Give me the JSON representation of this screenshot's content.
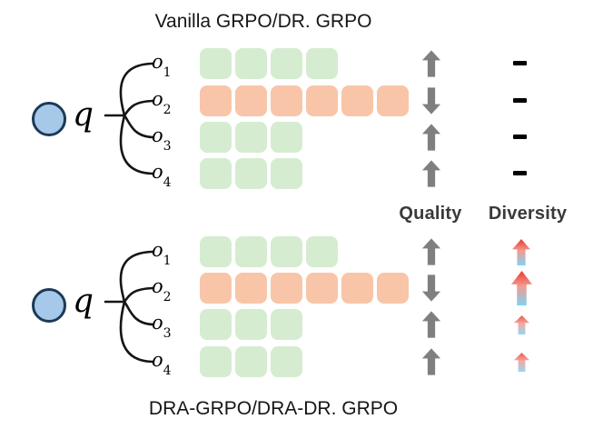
{
  "diagram": {
    "headers": {
      "quality": "Quality",
      "diversity": "Diversity"
    },
    "top": {
      "title": "Vanilla GRPO/DR. GRPO",
      "query": "q",
      "rows": [
        {
          "output_label": "o",
          "output_sub": "1",
          "num_blocks": 4,
          "block_color": "green",
          "quality": "up",
          "diversity": "minus"
        },
        {
          "output_label": "o",
          "output_sub": "2",
          "num_blocks": 6,
          "block_color": "orange",
          "quality": "down",
          "diversity": "minus"
        },
        {
          "output_label": "o",
          "output_sub": "3",
          "num_blocks": 3,
          "block_color": "green",
          "quality": "up",
          "diversity": "minus"
        },
        {
          "output_label": "o",
          "output_sub": "4",
          "num_blocks": 3,
          "block_color": "green",
          "quality": "up",
          "diversity": "minus"
        }
      ]
    },
    "bottom": {
      "title": "DRA-GRPO/DRA-DR. GRPO",
      "query": "q",
      "rows": [
        {
          "output_label": "o",
          "output_sub": "1",
          "num_blocks": 4,
          "block_color": "green",
          "quality": "up",
          "diversity": "up-medium"
        },
        {
          "output_label": "o",
          "output_sub": "2",
          "num_blocks": 6,
          "block_color": "orange",
          "quality": "down",
          "diversity": "up-large"
        },
        {
          "output_label": "o",
          "output_sub": "3",
          "num_blocks": 3,
          "block_color": "green",
          "quality": "up",
          "diversity": "up-small"
        },
        {
          "output_label": "o",
          "output_sub": "4",
          "num_blocks": 3,
          "block_color": "green",
          "quality": "up",
          "diversity": "up-small"
        }
      ]
    },
    "colors": {
      "green_block": "#d5ecd0",
      "orange_block": "#f8c5a8",
      "query_fill": "#a6c9ea",
      "query_border": "#1c3a57",
      "brace_stroke": "#151515",
      "quality_arrow": "#7f7f7f",
      "minus": "#000000",
      "diversity_red": "#ec3a2e",
      "diversity_mid": "#f29d92",
      "diversity_blue": "#7fd2f4",
      "header_text": "#3a3a3a"
    }
  }
}
